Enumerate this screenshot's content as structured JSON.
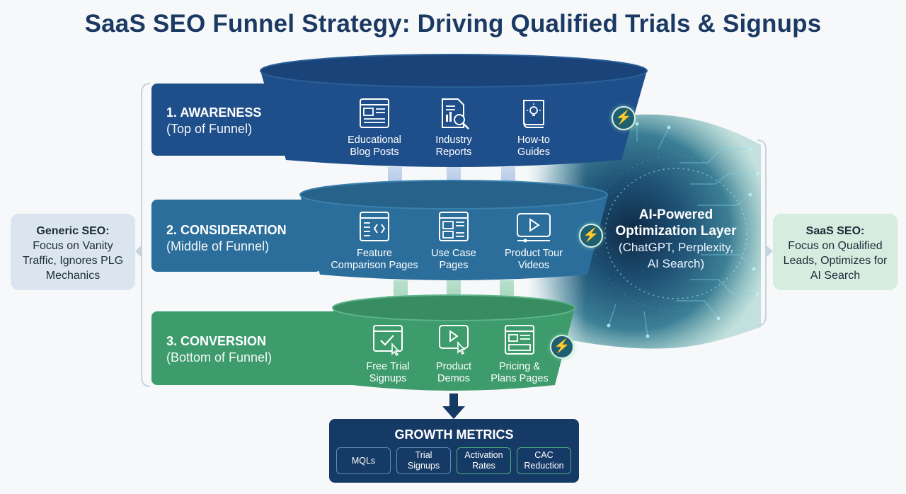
{
  "title": "SaaS SEO Funnel Strategy: Driving Qualified Trials & Signups",
  "stages": [
    {
      "number_label": "1. AWARENESS",
      "subtitle": "(Top of Funnel)",
      "items": [
        {
          "line1": "Educational",
          "line2": "Blog Posts",
          "icon": "blog-post-icon"
        },
        {
          "line1": "Industry",
          "line2": "Reports",
          "icon": "report-analytics-icon"
        },
        {
          "line1": "How-to",
          "line2": "Guides",
          "icon": "guide-book-icon"
        }
      ]
    },
    {
      "number_label": "2. CONSIDERATION",
      "subtitle": "(Middle of Funnel)",
      "items": [
        {
          "line1": "Feature",
          "line2": "Comparison Pages",
          "icon": "code-page-icon"
        },
        {
          "line1": "Use Case",
          "line2": "Pages",
          "icon": "layout-page-icon"
        },
        {
          "line1": "Product Tour",
          "line2": "Videos",
          "icon": "video-play-icon"
        }
      ]
    },
    {
      "number_label": "3. CONVERSION",
      "subtitle": "(Bottom of Funnel)",
      "items": [
        {
          "line1": "Free Trial",
          "line2": "Signups",
          "icon": "signup-click-icon"
        },
        {
          "line1": "Product",
          "line2": "Demos",
          "icon": "demo-play-click-icon"
        },
        {
          "line1": "Pricing &",
          "line2": "Plans Pages",
          "icon": "pricing-page-icon"
        }
      ]
    }
  ],
  "left_note": {
    "heading": "Generic SEO:",
    "line1": "Focus on Vanity",
    "line2": "Traffic, Ignores PLG",
    "line3": "Mechanics"
  },
  "right_note": {
    "heading": "SaaS SEO:",
    "line1": "Focus on Qualified",
    "line2": "Leads, Optimizes for",
    "line3": "AI Search"
  },
  "ai_layer": {
    "line1": "AI-Powered",
    "line2": "Optimization Layer",
    "line3": "(ChatGPT, Perplexity,",
    "line4": "AI Search)"
  },
  "growth_metrics": {
    "title": "GROWTH METRICS",
    "items": [
      {
        "line1": "MQLs",
        "line2": ""
      },
      {
        "line1": "Trial",
        "line2": "Signups"
      },
      {
        "line1": "Activation",
        "line2": "Rates"
      },
      {
        "line1": "CAC",
        "line2": "Reduction"
      }
    ]
  },
  "colors": {
    "title": "#1b3a63",
    "awareness": "#1f4f8a",
    "consideration": "#2b6e9b",
    "conversion": "#3d9b6c",
    "metrics_bg": "#163a66",
    "bolt": "#f2c230"
  }
}
